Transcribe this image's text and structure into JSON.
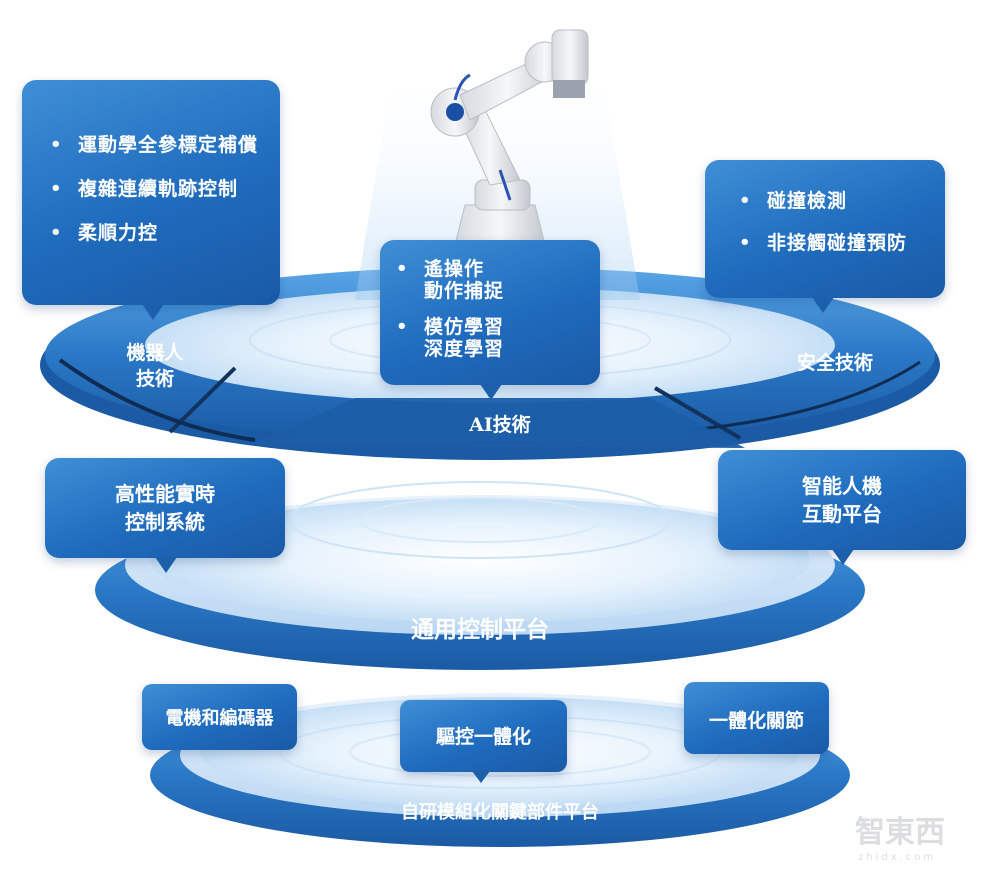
{
  "top_left_box": {
    "items": [
      "運動學全參標定補償",
      "複雜連續軌跡控制",
      "柔順力控"
    ]
  },
  "top_center_box": {
    "items": [
      [
        "遙操作",
        "動作捕捉"
      ],
      [
        "模仿學習",
        "深度學習"
      ]
    ]
  },
  "top_right_box": {
    "items": [
      "碰撞檢測",
      "非接觸碰撞預防"
    ]
  },
  "top_ring": {
    "left_label": [
      "機器人",
      "技術"
    ],
    "center_label": "AI技術",
    "right_label": "安全技術"
  },
  "middle": {
    "left_box": [
      "高性能實時",
      "控制系統"
    ],
    "right_box": [
      "智能人機",
      "互動平台"
    ],
    "ring_label": "通用控制平台"
  },
  "bottom": {
    "left_box": "電機和編碼器",
    "center_box": "驅控一體化",
    "right_box": "一體化關節",
    "ring_label": "自研模組化關鍵部件平台"
  },
  "watermark": {
    "text": "智東西",
    "sub": "zhidx.com"
  },
  "colors": {
    "box_top": "#3f8fd6",
    "box_bottom": "#1a5aa6",
    "ring": "#2e7cc9"
  }
}
